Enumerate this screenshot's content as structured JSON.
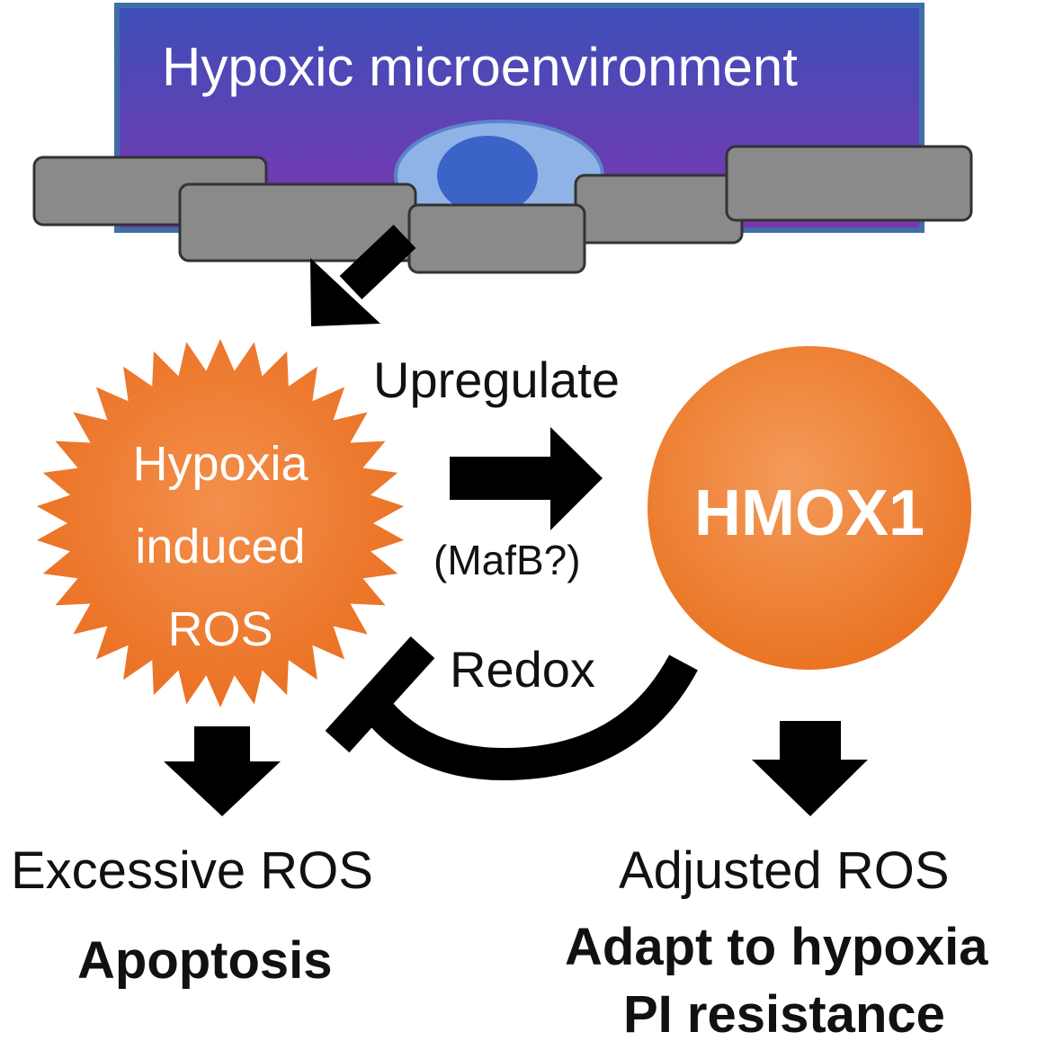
{
  "header": {
    "title": "Hypoxic microenvironment"
  },
  "nodes": {
    "ros_star": {
      "label": "Hypoxia induced ROS",
      "color": "#f07a2c"
    },
    "hmox1": {
      "label": "HMOX1",
      "color": "#ef7b2a"
    }
  },
  "edges": {
    "upregulate": {
      "label": "Upregulate",
      "sublabel": "(MafB?)"
    },
    "redox": {
      "label": "Redox"
    }
  },
  "outcomes": {
    "left": {
      "title": "Excessive ROS",
      "result": "Apoptosis"
    },
    "right": {
      "title": "Adjusted ROS",
      "result1": "Adapt to hypoxia",
      "result2": "PI resistance"
    }
  },
  "colors": {
    "header_top": "#3d4fb8",
    "header_bottom": "#7b3ab3",
    "header_border": "#3f6ea8",
    "cell": "#8a8a8a",
    "nucleus": "#3a64c8"
  }
}
